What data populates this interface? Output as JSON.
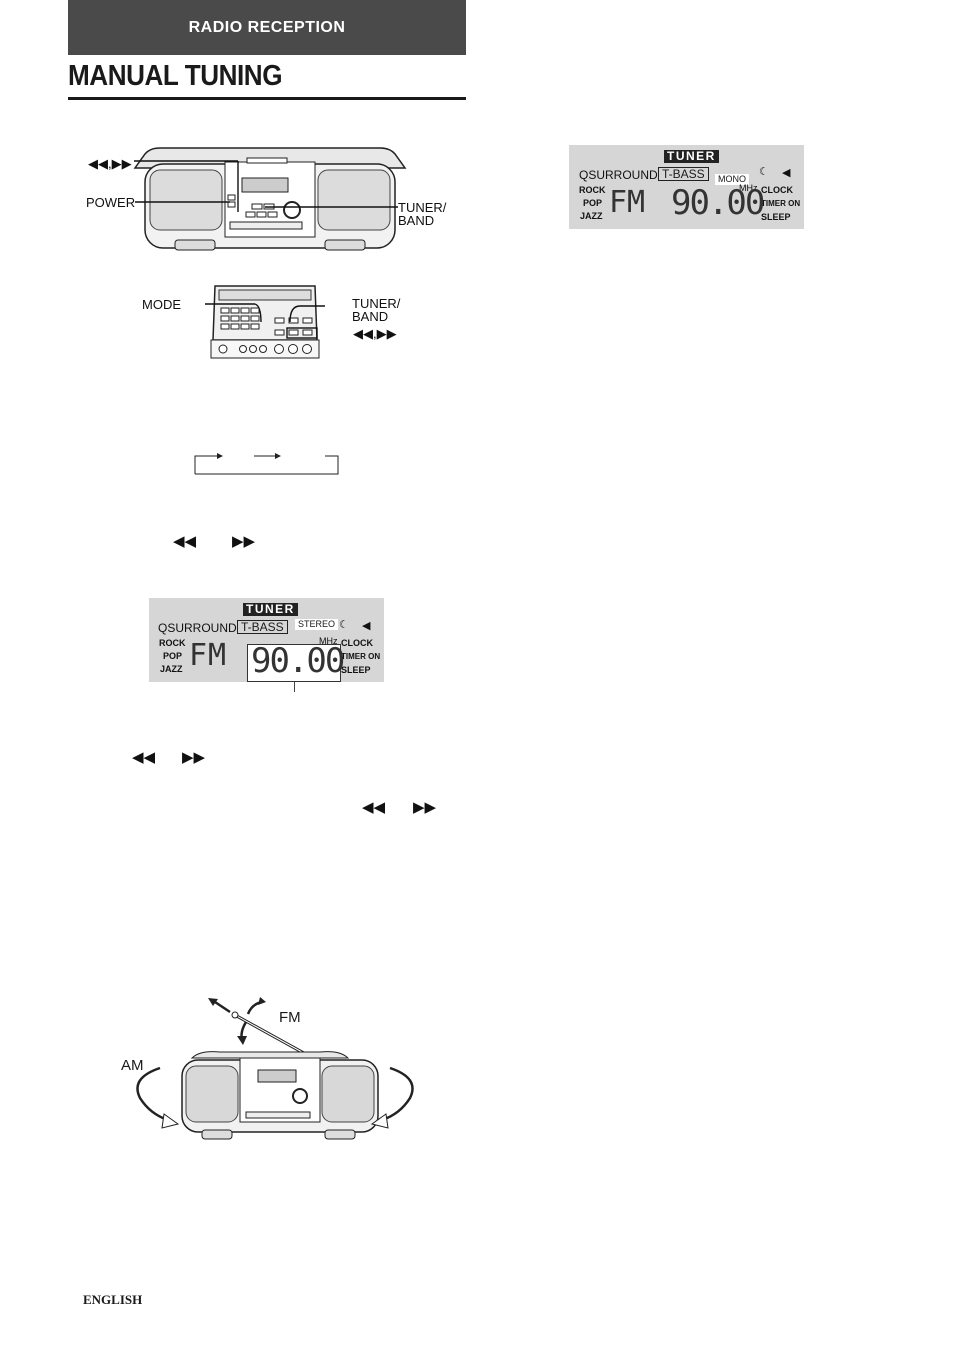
{
  "header": {
    "section": "RADIO RECEPTION",
    "title": "MANUAL TUNING"
  },
  "fig1": {
    "label_skip": "◀◀,▶▶",
    "label_power": "POWER",
    "label_tuner_band": "TUNER/\nBAND"
  },
  "fig2": {
    "label_mode": "MODE",
    "label_tuner_band": "TUNER/\nBAND",
    "label_skip": "◀◀,▶▶"
  },
  "steps": {
    "skip_back": "◀◀",
    "skip_fwd": "▶▶"
  },
  "display_stereo": {
    "badge": "TUNER",
    "qsurround": "QSURROUND",
    "tbass": "T-BASS",
    "mode": "STEREO",
    "mhz": "MHz",
    "left_labels": [
      "ROCK",
      "POP",
      "JAZZ"
    ],
    "right_labels": [
      "CLOCK",
      "TIMER ON",
      "SLEEP"
    ],
    "band": "FM",
    "frequency": "90.00"
  },
  "display_mono": {
    "badge": "TUNER",
    "qsurround": "QSURROUND",
    "tbass": "T-BASS",
    "mode": "MONO",
    "mhz": "MHz",
    "left_labels": [
      "ROCK",
      "POP",
      "JAZZ"
    ],
    "right_labels": [
      "CLOCK",
      "TIMER ON",
      "SLEEP"
    ],
    "band": "FM",
    "frequency": "90.00"
  },
  "antenna": {
    "fm": "FM",
    "am": "AM"
  },
  "footer": {
    "language": "ENGLISH"
  }
}
